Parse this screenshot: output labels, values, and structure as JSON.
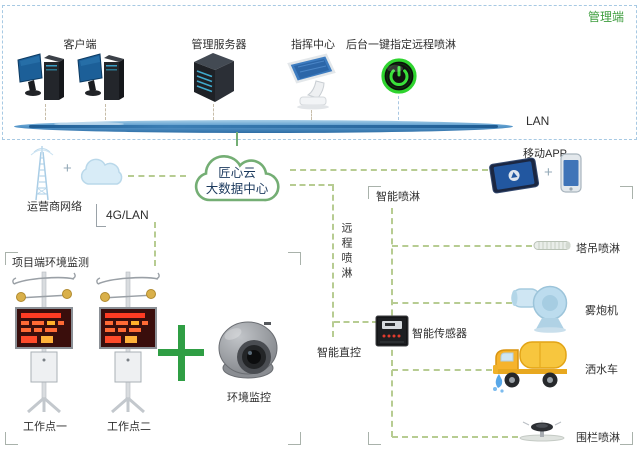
{
  "management": {
    "zone_label": "管理端",
    "client_label": "客户端",
    "server_label": "管理服务器",
    "command_label": "指挥中心",
    "onekey_label": "后台一键指定远程喷淋",
    "lan_label": "LAN"
  },
  "network": {
    "operator_label": "运营商网络",
    "link_label": "4G/LAN",
    "cloud_title": "匠心云",
    "cloud_subtitle": "大数据中心",
    "mobile_label": "移动APP",
    "plus_sign": "+"
  },
  "control": {
    "remote_spray_label": "远程喷淋",
    "smart_spray_label": "智能喷淋",
    "smart_direct_label": "智能直控",
    "smart_sensor_label": "智能传感器"
  },
  "project": {
    "section_title": "项目端环境监测",
    "workpoint1_label": "工作点一",
    "workpoint2_label": "工作点二",
    "camera_label": "环境监控"
  },
  "terminals": {
    "tower_spray_label": "塔吊喷淋",
    "fog_cannon_label": "雾炮机",
    "water_truck_label": "洒水车",
    "fence_spray_label": "围栏喷淋"
  },
  "colors": {
    "accent_green": "#3f9e3f",
    "cloud_outline_green": "#74ae74",
    "connector_green": "#b7cc92",
    "frame_blue": "#a7c9e3",
    "lan_blue": "#4a8cc2",
    "power_button_green": "#35d435",
    "led_red": "#ff3b23",
    "truck_yellow": "#f6b52a",
    "fog_machine_blue": "#bcdcee",
    "plus_green": "#2f9e44"
  }
}
